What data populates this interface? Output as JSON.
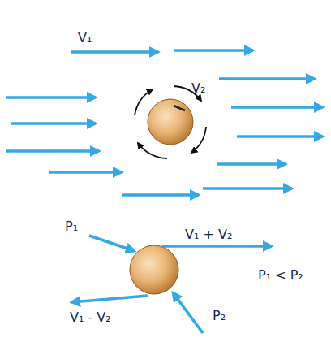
{
  "diagram": {
    "labels": [
      "V₁",
      "V₂",
      "P₁",
      "V₁ + V₂",
      "P₁ < P₂",
      "V₁ - V₂",
      "P₂"
    ]
  }
}
